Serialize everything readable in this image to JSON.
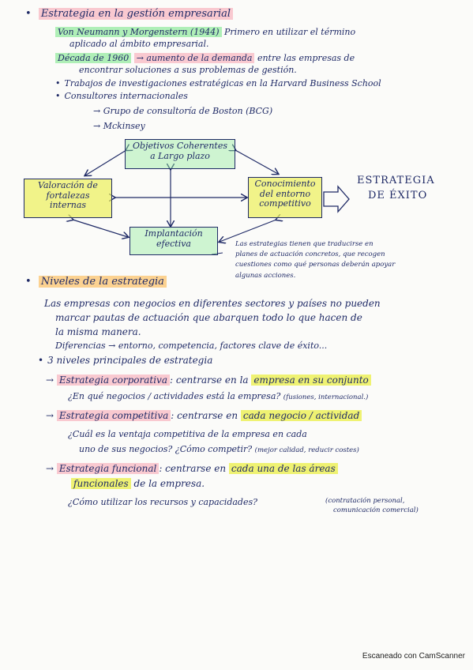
{
  "section1": {
    "title": "Estrategia en la gestión empresarial",
    "vonneumann_hl": "Von Neumann y Morgenstern (1944)",
    "vonneumann_rest": "Primero en utilizar el término",
    "vonneumann_line2": "aplicado al ámbito empresarial.",
    "decada_hl1": "Década de 1960",
    "decada_arrow": "→ aumento de la demanda",
    "decada_rest": "entre las empresas de",
    "decada_line2": "encontrar soluciones a sus problemas de gestión.",
    "harvard": "Trabajos de investigaciones estratégicas en la Harvard Business School",
    "consultores": "Consultores internacionales",
    "bcg": "→ Grupo de consultoría de Boston (BCG)",
    "mckinsey": "→ Mckinsey"
  },
  "diagram": {
    "top_box": [
      "Objetivos Coherentes",
      "a Largo plazo"
    ],
    "left_box": [
      "Valoración de",
      "fortalezas",
      "internas"
    ],
    "right_box": [
      "Conocimiento",
      "del entorno",
      "competitivo"
    ],
    "bottom_box": [
      "Implantación",
      "efectiva"
    ],
    "result": [
      "ESTRATEGIA",
      "DE ÉXITO"
    ],
    "note": [
      "Las estrategias tienen que traducirse en",
      "planes de actuación concretos, que recogen",
      "cuestiones como qué personas deberán apoyar",
      "algunas acciones."
    ]
  },
  "section2": {
    "title": "Niveles de la estrategia",
    "p1_line1": "Las empresas con negocios en diferentes sectores y países no pueden",
    "p1_line2": "marcar pautas de actuación que abarquen todo lo que hacen de",
    "p1_line3": "la misma manera.",
    "diferencias": "Diferencias → entorno, competencia, factores clave de éxito...",
    "tres_niveles": "3 niveles principales de estrategia",
    "corp_label": "Estrategia corporativa",
    "corp_text": ": centrarse en la",
    "corp_hl": "empresa en su conjunto",
    "corp_q": "¿En qué negocios / actividades está la empresa?",
    "corp_note": "(fusiones, internacional.)",
    "comp_label": "Estrategia competitiva",
    "comp_text": ": centrarse en",
    "comp_hl": "cada negocio / actividad",
    "comp_q1": "¿Cuál es la ventaja competitiva de la empresa en cada",
    "comp_q2": "uno de sus negocios? ¿Cómo competir?",
    "comp_note": "(mejor calidad, reducir costes)",
    "func_label": "Estrategia funcional",
    "func_text": ": centrarse en",
    "func_hl1": "cada una de las áreas",
    "func_hl2": "funcionales",
    "func_text2": "de la empresa.",
    "func_q": "¿Cómo utilizar los recursos y capacidades?",
    "func_note1": "(contratación personal,",
    "func_note2": "comunicación comercial)"
  },
  "footer": "Escaneado con CamScanner"
}
